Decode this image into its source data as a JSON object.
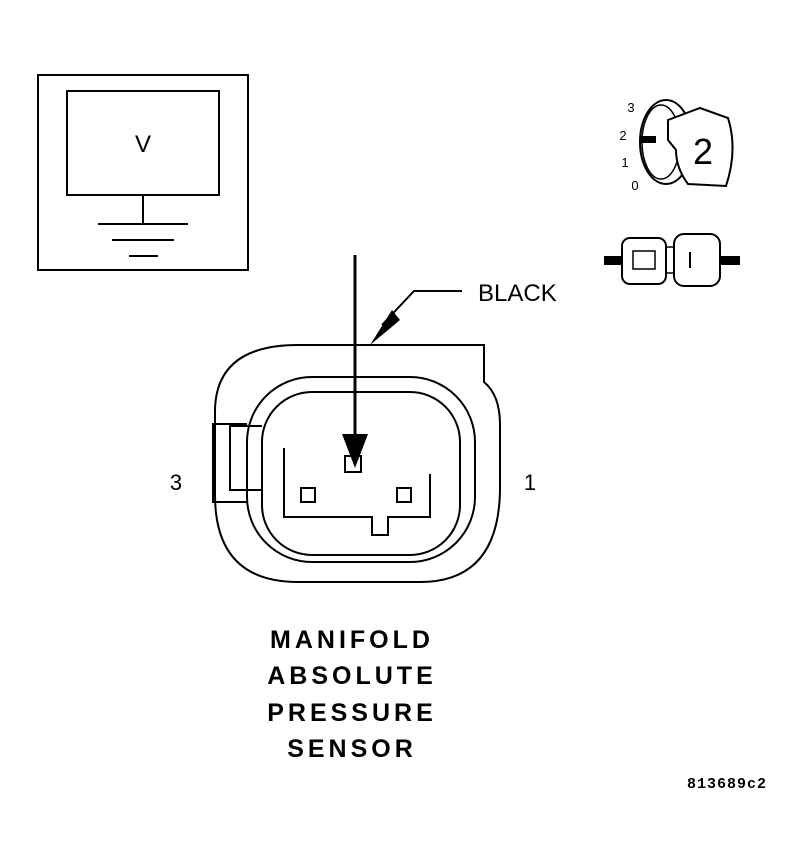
{
  "meter": {
    "unit_label": "V"
  },
  "wire": {
    "color_label": "BLACK"
  },
  "connector": {
    "pin_left": "3",
    "pin_right": "1"
  },
  "ignition": {
    "positions": [
      "3",
      "2",
      "1",
      "0"
    ],
    "key_label": "2"
  },
  "title": {
    "lines": [
      "MANIFOLD",
      "ABSOLUTE",
      "PRESSURE",
      "SENSOR"
    ]
  },
  "figure_ref": "813689c2"
}
